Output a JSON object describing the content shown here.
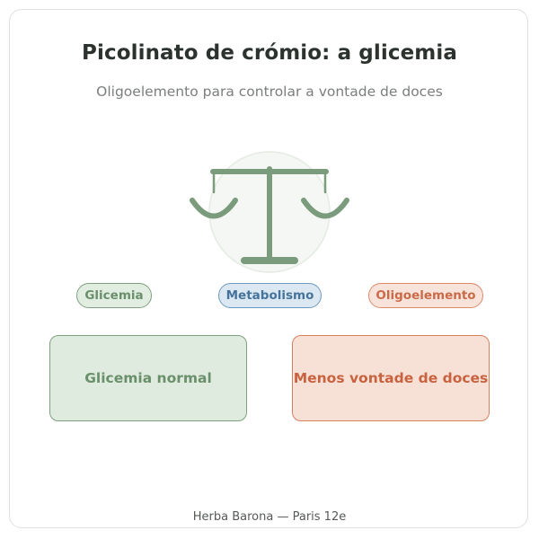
{
  "header": {
    "title": "Picolinato de crómio: a glicemia",
    "subtitle": "Oligoelemento para controlar a vontade de doces"
  },
  "tags": [
    {
      "label": "Glicemia"
    },
    {
      "label": "Metabolismo"
    },
    {
      "label": "Oligoelemento"
    }
  ],
  "boxes": [
    {
      "label": "Glicemia normal"
    },
    {
      "label": "Menos vontade de doces"
    }
  ],
  "footer": {
    "text": "Herba Barona — Paris 12e"
  },
  "colors": {
    "green": "#7ea27f",
    "blue": "#6f9abd",
    "orange": "#d7805f",
    "scale": "#7b9c7c"
  },
  "icons": {
    "central": "balance-scale-icon"
  }
}
